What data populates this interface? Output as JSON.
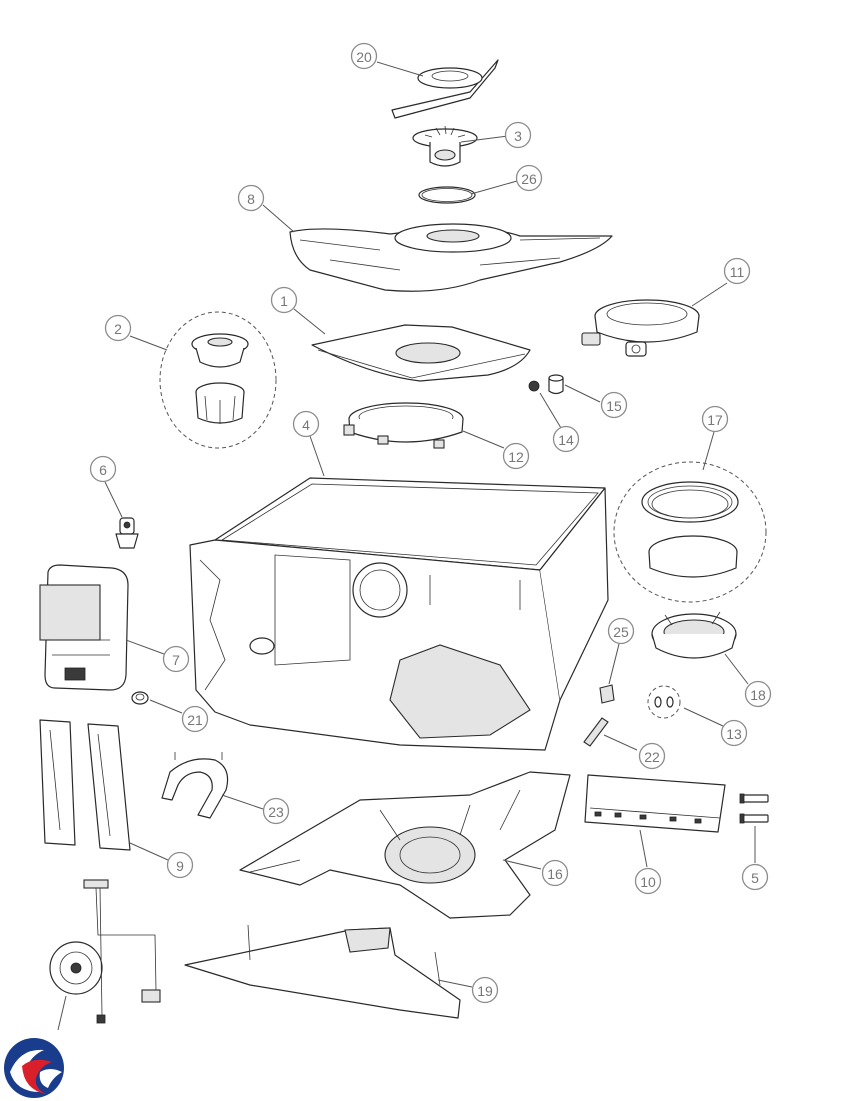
{
  "callouts": [
    {
      "label": "20",
      "part": "upper-spray-arm"
    },
    {
      "label": "3",
      "part": "spray-arm-hub"
    },
    {
      "label": "26",
      "part": "o-ring-seal"
    },
    {
      "label": "8",
      "part": "lower-spray-arm"
    },
    {
      "label": "11",
      "part": "pump-heater"
    },
    {
      "label": "1",
      "part": "filter-plate"
    },
    {
      "label": "2",
      "part": "filter-cup-assembly"
    },
    {
      "label": "15",
      "part": "bushing"
    },
    {
      "label": "14",
      "part": "nut"
    },
    {
      "label": "4",
      "part": "tub"
    },
    {
      "label": "12",
      "part": "filter-ring"
    },
    {
      "label": "17",
      "part": "sump-seal-kit"
    },
    {
      "label": "6",
      "part": "valve"
    },
    {
      "label": "25",
      "part": "clip"
    },
    {
      "label": "7",
      "part": "control-board"
    },
    {
      "label": "18",
      "part": "sump-housing"
    },
    {
      "label": "21",
      "part": "grommet"
    },
    {
      "label": "13",
      "part": "clip-pair"
    },
    {
      "label": "22",
      "part": "strip"
    },
    {
      "label": "23",
      "part": "hose-clamp-bracket"
    },
    {
      "label": "9",
      "part": "side-panel"
    },
    {
      "label": "16",
      "part": "base-frame"
    },
    {
      "label": "10",
      "part": "user-interface-board"
    },
    {
      "label": "5",
      "part": "hinge-pins"
    },
    {
      "label": "19",
      "part": "kick-plate-bracket"
    }
  ],
  "brand_logo": {
    "icon": "circular-brand-logo",
    "colors": [
      "#1a3c8c",
      "#d81f2a"
    ]
  }
}
